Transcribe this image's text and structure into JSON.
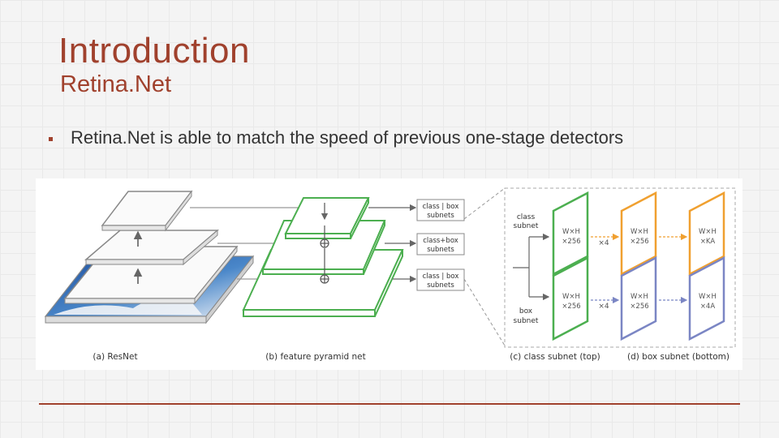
{
  "slide": {
    "title": "Introduction",
    "subtitle": "Retina.Net",
    "bullets": [
      "Retina.Net is able to match the speed of previous one-stage detectors"
    ]
  },
  "figure": {
    "captions": {
      "a": "(a) ResNet",
      "b": "(b) feature pyramid net",
      "c": "(c) class subnet (top)",
      "d": "(d) box subnet (bottom)"
    },
    "subnet_labels": {
      "top": [
        "class",
        "box",
        "subnets"
      ],
      "mid": [
        "class+box",
        "subnets"
      ],
      "bottom": [
        "class",
        "box",
        "subnets"
      ]
    },
    "class_subnet_label": [
      "class",
      "subnet"
    ],
    "box_subnet_label": [
      "box",
      "subnet"
    ],
    "feature_blocks": {
      "class_input": [
        "W×H",
        "×256"
      ],
      "class_hidden": [
        "W×H",
        "×256"
      ],
      "class_output": [
        "W×H",
        "×KA"
      ],
      "box_input": [
        "W×H",
        "×256"
      ],
      "box_hidden": [
        "W×H",
        "×256"
      ],
      "box_output": [
        "W×H",
        "×4A"
      ]
    },
    "repeat_label": "×4",
    "colors": {
      "green": "#4caf50",
      "orange": "#f0a030",
      "blue": "#7b86c4",
      "gray": "#888888",
      "accent": "#a0412d"
    }
  }
}
